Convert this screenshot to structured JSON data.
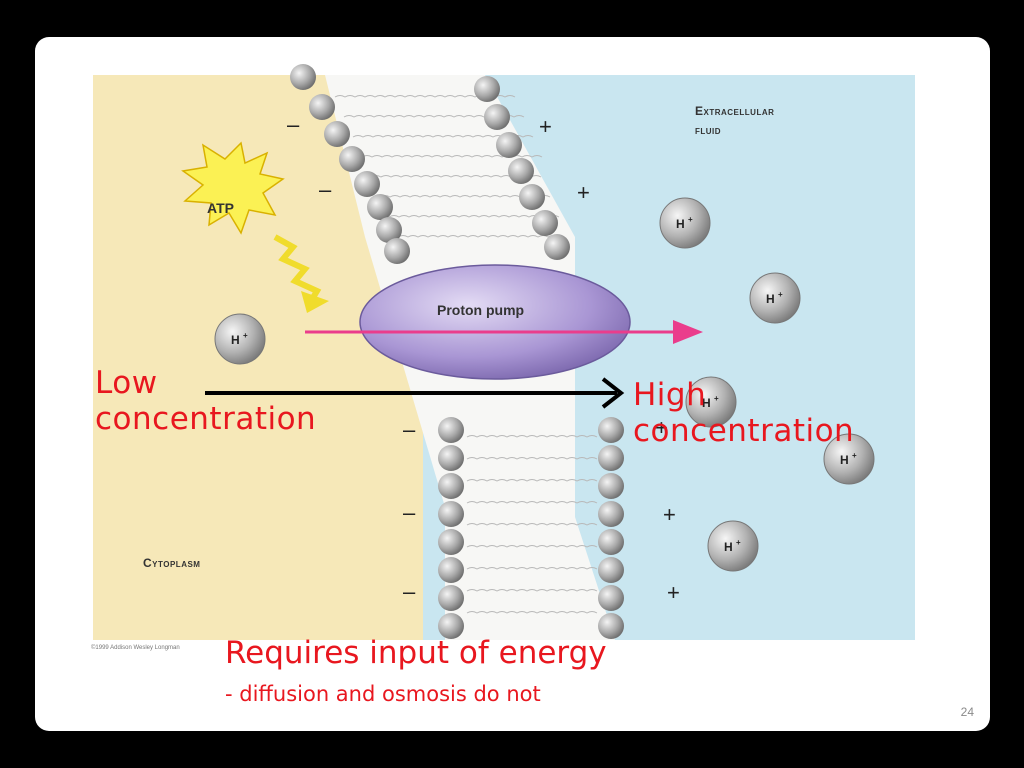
{
  "figure": {
    "region_labels": {
      "extracellular_line1": "Extracellular",
      "extracellular_line2": "fluid",
      "cytoplasm": "Cytoplasm"
    },
    "atp_label": "ATP",
    "pump_label": "Proton pump",
    "ion_label": "H",
    "ion_charge": "+",
    "plus_sign": "+",
    "minus_sign": "–",
    "copyright": "©1999 Addison Wesley Longman"
  },
  "annotations": {
    "low_line1": "Low",
    "low_line2": "concentration",
    "high_line1": "High",
    "high_line2": "concentration"
  },
  "footer": {
    "title": "Requires input of energy",
    "subtitle": "- diffusion and osmosis do not"
  },
  "slide_number": "24",
  "colors": {
    "cytoplasm": "#f6e8b8",
    "extracellular": "#c9e6f0",
    "pump": "#b9a9dc",
    "arrow_pink": "#ea3d8c",
    "annotation_red": "#e8171f",
    "atp_burst": "#fbf154"
  }
}
